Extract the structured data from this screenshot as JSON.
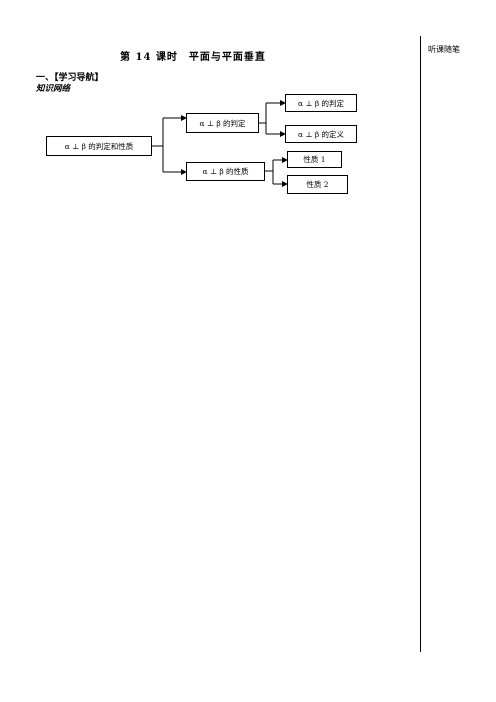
{
  "lesson_title": "第 14 课时　平面与平面垂直",
  "section_heading": "一、【学习导航】",
  "subsection_heading": "知识网络",
  "sidebar_label": "听课随笔",
  "diagram": {
    "root": "α ⊥ β 的判定和性质",
    "branch_judgment": "α ⊥ β 的判定",
    "branch_property": "α ⊥ β 的性质",
    "leaf_judgment": "α ⊥ β 的判定",
    "leaf_definition": "α ⊥ β 的定义",
    "leaf_property1": "性质 1",
    "leaf_property2": "性质 2"
  }
}
